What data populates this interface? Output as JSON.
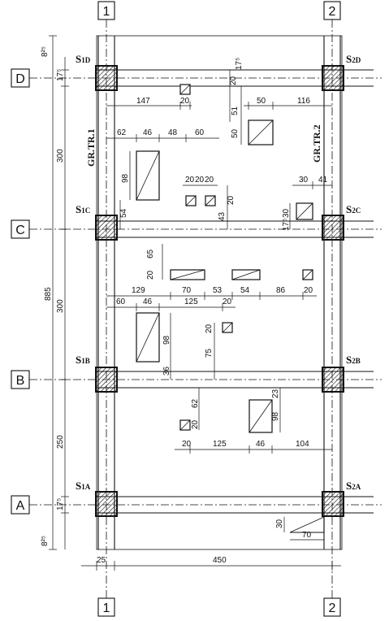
{
  "grid_axes": {
    "numeric": [
      "1",
      "2"
    ],
    "letters": [
      "D",
      "C",
      "B",
      "A"
    ]
  },
  "columns": {
    "s1d": {
      "main": "S",
      "sub": "1D"
    },
    "s2d": {
      "main": "S",
      "sub": "2D"
    },
    "s1c": {
      "main": "S",
      "sub": "1C"
    },
    "s2c": {
      "main": "S",
      "sub": "2C"
    },
    "s1b": {
      "main": "S",
      "sub": "1B"
    },
    "s2b": {
      "main": "S",
      "sub": "2B"
    },
    "s1a": {
      "main": "S",
      "sub": "1A"
    },
    "s2a": {
      "main": "S",
      "sub": "2A"
    }
  },
  "beam_labels": {
    "left": "GR.TR.1",
    "right": "GR.TR.2"
  },
  "dimensions": {
    "left_total": "885",
    "left_chain": [
      "8²⁵",
      "17⁵",
      "300",
      "300",
      "250",
      "17⁵",
      "8²⁵"
    ],
    "bottom": [
      "25",
      "450"
    ],
    "top_span_1": [
      "147",
      "20"
    ],
    "top_v1": [
      "20",
      "17⁵"
    ],
    "top_v2": [
      "51",
      "50"
    ],
    "top_span_2": [
      "50",
      "116"
    ],
    "upper_row": [
      "62",
      "46",
      "48",
      "60"
    ],
    "upper_v": [
      "98"
    ],
    "small_row": [
      "20",
      "20",
      "20"
    ],
    "small_v": [
      "20",
      "43"
    ],
    "left_v": [
      "54"
    ],
    "right_row": [
      "30",
      "41"
    ],
    "right_v": [
      "30",
      "17⁵"
    ],
    "mid_v": [
      "65",
      "20"
    ],
    "mid_row": [
      "129",
      "70",
      "53",
      "54",
      "86",
      "20"
    ],
    "mid_row2": [
      "60",
      "46",
      "125",
      "20"
    ],
    "mid_box_v": [
      "98",
      "36"
    ],
    "mid_small_v": [
      "20",
      "75"
    ],
    "low_v": [
      "62",
      "20"
    ],
    "low_right_v": [
      "23",
      "98"
    ],
    "low_row": [
      "20",
      "125",
      "46",
      "104"
    ],
    "bottom_opening": [
      "30",
      "70"
    ]
  }
}
